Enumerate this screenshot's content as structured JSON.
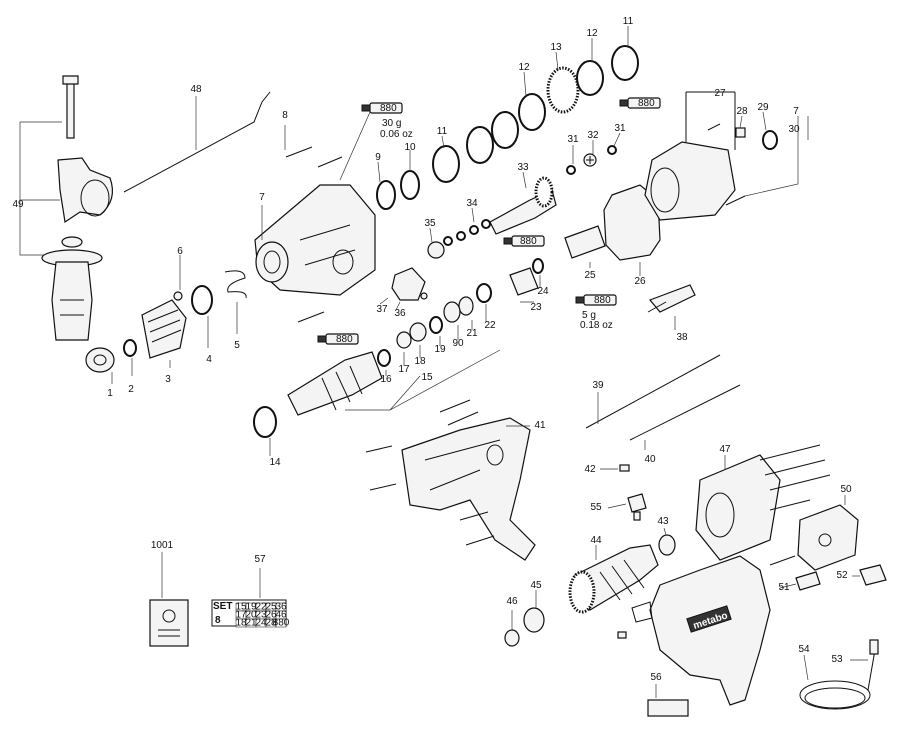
{
  "callouts": [
    {
      "id": "c1",
      "label": "1"
    },
    {
      "id": "c2",
      "label": "2"
    },
    {
      "id": "c3",
      "label": "3"
    },
    {
      "id": "c4",
      "label": "4"
    },
    {
      "id": "c5",
      "label": "5"
    },
    {
      "id": "c6",
      "label": "6"
    },
    {
      "id": "c7a",
      "label": "7"
    },
    {
      "id": "c7b",
      "label": "7"
    },
    {
      "id": "c8",
      "label": "8"
    },
    {
      "id": "c9",
      "label": "9"
    },
    {
      "id": "c10",
      "label": "10"
    },
    {
      "id": "c11a",
      "label": "11"
    },
    {
      "id": "c11b",
      "label": "11"
    },
    {
      "id": "c12a",
      "label": "12"
    },
    {
      "id": "c12b",
      "label": "12"
    },
    {
      "id": "c13",
      "label": "13"
    },
    {
      "id": "c14",
      "label": "14"
    },
    {
      "id": "c15",
      "label": "15"
    },
    {
      "id": "c16",
      "label": "16"
    },
    {
      "id": "c17",
      "label": "17"
    },
    {
      "id": "c18",
      "label": "18"
    },
    {
      "id": "c19",
      "label": "19"
    },
    {
      "id": "c21",
      "label": "21"
    },
    {
      "id": "c22",
      "label": "22"
    },
    {
      "id": "c23",
      "label": "23"
    },
    {
      "id": "c24",
      "label": "24"
    },
    {
      "id": "c25",
      "label": "25"
    },
    {
      "id": "c26",
      "label": "26"
    },
    {
      "id": "c27",
      "label": "27"
    },
    {
      "id": "c28",
      "label": "28"
    },
    {
      "id": "c29",
      "label": "29"
    },
    {
      "id": "c30",
      "label": "30"
    },
    {
      "id": "c31a",
      "label": "31"
    },
    {
      "id": "c31b",
      "label": "31"
    },
    {
      "id": "c32",
      "label": "32"
    },
    {
      "id": "c33",
      "label": "33"
    },
    {
      "id": "c34",
      "label": "34"
    },
    {
      "id": "c35",
      "label": "35"
    },
    {
      "id": "c36",
      "label": "36"
    },
    {
      "id": "c37",
      "label": "37"
    },
    {
      "id": "c38",
      "label": "38"
    },
    {
      "id": "c39",
      "label": "39"
    },
    {
      "id": "c40",
      "label": "40"
    },
    {
      "id": "c41",
      "label": "41"
    },
    {
      "id": "c42",
      "label": "42"
    },
    {
      "id": "c43",
      "label": "43"
    },
    {
      "id": "c44",
      "label": "44"
    },
    {
      "id": "c45",
      "label": "45"
    },
    {
      "id": "c46",
      "label": "46"
    },
    {
      "id": "c47",
      "label": "47"
    },
    {
      "id": "c48",
      "label": "48"
    },
    {
      "id": "c49",
      "label": "49"
    },
    {
      "id": "c50",
      "label": "50"
    },
    {
      "id": "c51",
      "label": "51"
    },
    {
      "id": "c52",
      "label": "52"
    },
    {
      "id": "c53",
      "label": "53"
    },
    {
      "id": "c54",
      "label": "54"
    },
    {
      "id": "c55",
      "label": "55"
    },
    {
      "id": "c56",
      "label": "56"
    },
    {
      "id": "c57",
      "label": "57"
    },
    {
      "id": "c90",
      "label": "90"
    },
    {
      "id": "c1001",
      "label": "1001"
    }
  ],
  "grease_tubes": [
    {
      "id": "g1",
      "code": "880",
      "amount": "30 g",
      "amount_oz": "0.06 oz"
    },
    {
      "id": "g2",
      "code": "880",
      "amount": "5 g",
      "amount_oz": "0.18 oz"
    },
    {
      "id": "g3",
      "code": "880"
    },
    {
      "id": "g4",
      "code": "880"
    },
    {
      "id": "g5",
      "code": "880"
    }
  ],
  "set_card": {
    "title": "SET",
    "numeral": "8",
    "rows": [
      [
        "15",
        "19",
        "22",
        "25",
        "36"
      ],
      [
        "17",
        "20",
        "23",
        "26",
        "46"
      ],
      [
        "18",
        "21",
        "24",
        "28",
        "880"
      ]
    ]
  },
  "brand_badge": "metabo"
}
